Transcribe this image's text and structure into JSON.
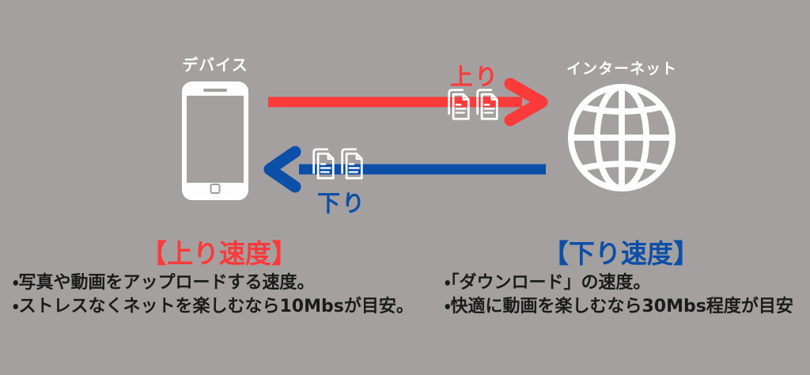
{
  "colors": {
    "background": "#a4a0a0",
    "upload_red": "#fb3a3a",
    "download_blue": "#0b4fa8",
    "icon_white": "#fdfdfd",
    "text_black": "#1b1b1b"
  },
  "device": {
    "label": "デバイス"
  },
  "internet": {
    "label": "インターネット"
  },
  "upload": {
    "arrow_label": "上り",
    "heading": "【上り速度】",
    "bullets": [
      "・写真や動画をアップロードする速度。",
      "・ストレスなくネットを楽しむなら10Mbsが目安。"
    ]
  },
  "download": {
    "arrow_label": "下り",
    "heading": "【下り速度】",
    "bullets": [
      "・「ダウンロード」の速度。",
      "・快適に動画を楽しむなら30Mbs程度が目安"
    ]
  },
  "icons": {
    "device": "smartphone-icon",
    "internet": "globe-icon",
    "upload_arrow": "arrow-right-icon",
    "download_arrow": "arrow-left-icon",
    "transfer_files": "document-copy-icon"
  }
}
